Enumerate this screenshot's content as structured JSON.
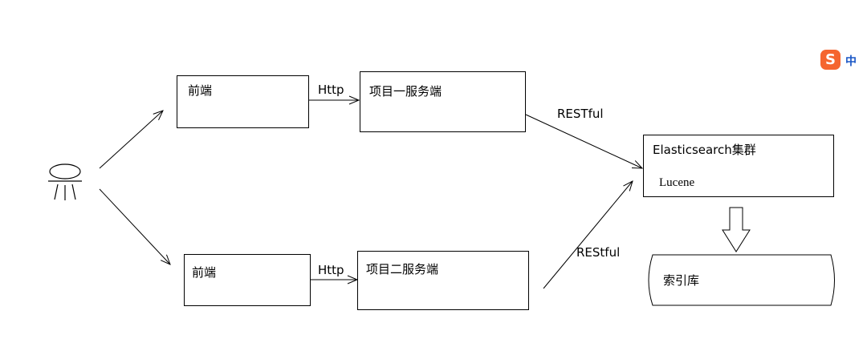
{
  "nodes": {
    "frontend_1": "前端",
    "frontend_2": "前端",
    "service_1": "项目一服务端",
    "service_2": "项目二服务端",
    "elasticsearch": "Elasticsearch集群",
    "lucene": "Lucene",
    "index_store": "索引库"
  },
  "edges": {
    "http_1": "Http",
    "http_2": "Http",
    "rest_1": "RESTful",
    "rest_2": "REStful"
  },
  "ime": {
    "logo": "S",
    "mode": "中"
  },
  "colors": {
    "stroke": "#000000",
    "background": "#ffffff",
    "ime_accent": "#f5652f"
  }
}
